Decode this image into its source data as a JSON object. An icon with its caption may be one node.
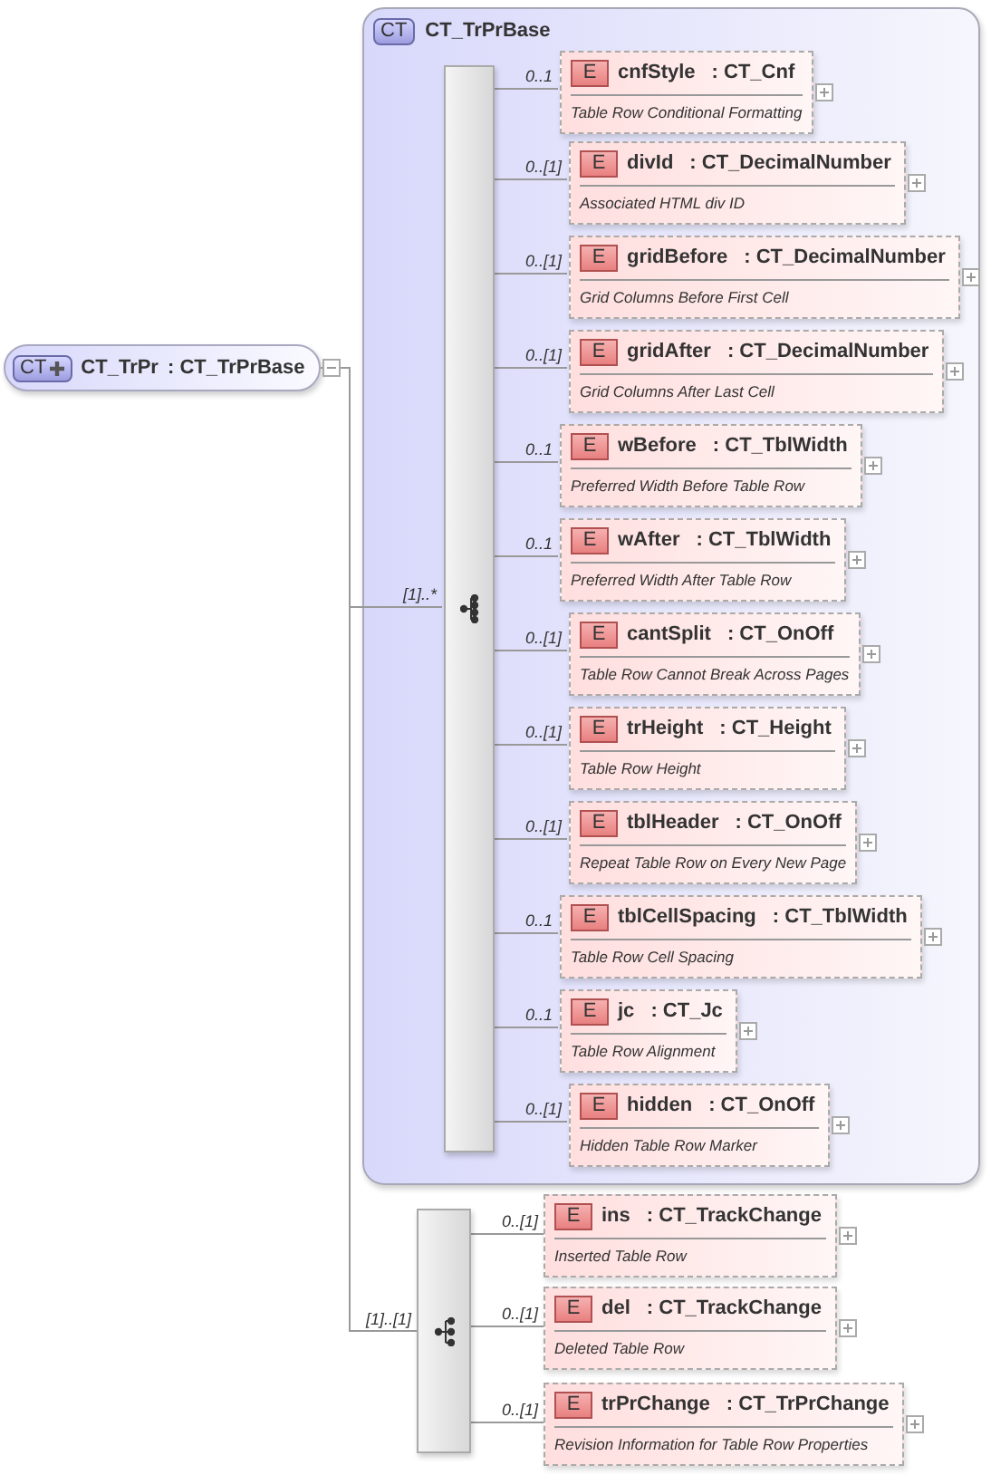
{
  "diagram": {
    "nodes": [
      {
        "text": [
          "CT",
          "CT_TrPr",
          ": CT_TrPrBase"
        ]
      },
      {
        "text": [
          "CT",
          "CT_TrPrBase"
        ]
      },
      {
        "text": [],
        "shape": "bar",
        "in": 1
      },
      {
        "text": [
          "E",
          "cnfStyle",
          ": CT_Cnf",
          "Table Row Conditional Formatting"
        ],
        "in": 1
      },
      {
        "text": [
          "E",
          "divId",
          ": CT_DecimalNumber",
          "Associated HTML div ID"
        ],
        "in": 1
      },
      {
        "text": [
          "E",
          "gridBefore",
          ": CT_DecimalNumber",
          "Grid Columns Before First Cell"
        ],
        "in": 1
      },
      {
        "text": [
          "E",
          "gridAfter",
          ": CT_DecimalNumber",
          "Grid Columns After Last Cell"
        ],
        "in": 1
      },
      {
        "text": [
          "E",
          "wBefore",
          ": CT_TblWidth",
          "Preferred Width Before Table Row"
        ],
        "in": 1
      },
      {
        "text": [
          "E",
          "wAfter",
          ": CT_TblWidth",
          "Preferred Width After Table Row"
        ],
        "in": 1
      },
      {
        "text": [
          "E",
          "cantSplit",
          ": CT_OnOff",
          "Table Row Cannot Break Across Pages"
        ],
        "in": 1
      },
      {
        "text": [
          "E",
          "trHeight",
          ": CT_Height",
          "Table Row Height"
        ],
        "in": 1
      },
      {
        "text": [
          "E",
          "tblHeader",
          ": CT_OnOff",
          "Repeat Table Row on Every New Page"
        ],
        "in": 1
      },
      {
        "text": [
          "E",
          "tblCellSpacing",
          ": CT_TblWidth",
          "Table Row Cell Spacing"
        ],
        "in": 1
      },
      {
        "text": [
          "E",
          "jc",
          ": CT_Jc",
          "Table Row Alignment"
        ],
        "in": 1
      },
      {
        "text": [
          "E",
          "hidden",
          ": CT_OnOff",
          "Hidden Table Row Marker"
        ],
        "in": 1
      },
      {
        "text": [],
        "shape": "bar"
      },
      {
        "text": [
          "E",
          "ins",
          ": CT_TrackChange",
          "Inserted Table Row"
        ]
      },
      {
        "text": [
          "E",
          "del",
          ": CT_TrackChange",
          "Deleted Table Row"
        ]
      },
      {
        "text": [
          "E",
          "trPrChange",
          ": CT_TrPrChange",
          "Revision Information for Table Row Properties"
        ]
      }
    ],
    "edges": [
      {
        "from": 0,
        "to": 2,
        "arrow": "none",
        "label": "[1]..*"
      },
      {
        "from": 2,
        "to": 3,
        "arrow": "none",
        "label": "0..1"
      },
      {
        "from": 2,
        "to": 4,
        "arrow": "none",
        "label": "0..[1]"
      },
      {
        "from": 2,
        "to": 5,
        "arrow": "none",
        "label": "0..[1]"
      },
      {
        "from": 2,
        "to": 6,
        "arrow": "none",
        "label": "0..[1]"
      },
      {
        "from": 2,
        "to": 7,
        "arrow": "none",
        "label": "0..1"
      },
      {
        "from": 2,
        "to": 8,
        "arrow": "none",
        "label": "0..1"
      },
      {
        "from": 2,
        "to": 9,
        "arrow": "none",
        "label": "0..[1]"
      },
      {
        "from": 2,
        "to": 10,
        "arrow": "none",
        "label": "0..[1]"
      },
      {
        "from": 2,
        "to": 11,
        "arrow": "none",
        "label": "0..[1]"
      },
      {
        "from": 2,
        "to": 12,
        "arrow": "none",
        "label": "0..1"
      },
      {
        "from": 2,
        "to": 13,
        "arrow": "none",
        "label": "0..1"
      },
      {
        "from": 2,
        "to": 14,
        "arrow": "none",
        "label": "0..[1]"
      },
      {
        "from": 0,
        "to": 15,
        "arrow": "none",
        "label": "[1]..[1]"
      },
      {
        "from": 15,
        "to": 16,
        "arrow": "none",
        "label": "0..[1]"
      },
      {
        "from": 15,
        "to": 17,
        "arrow": "none",
        "label": "0..[1]"
      },
      {
        "from": 15,
        "to": 18,
        "arrow": "none",
        "label": "0..[1]"
      }
    ]
  }
}
